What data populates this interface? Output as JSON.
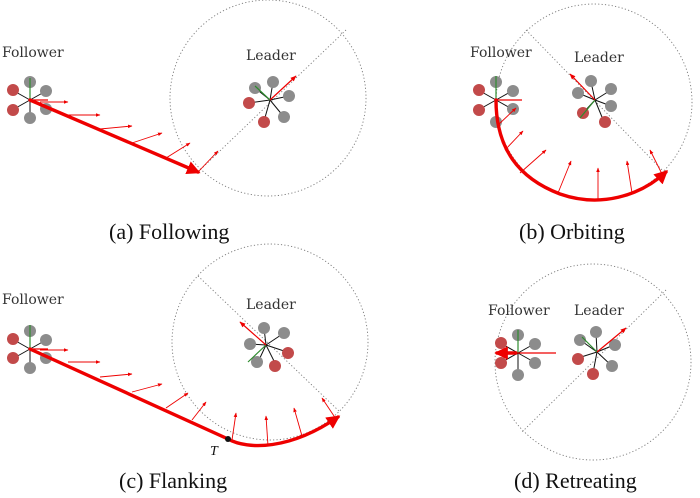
{
  "panels": [
    {
      "id": "a",
      "caption": "(a) Following",
      "follower_label": "Follower",
      "leader_label": "Leader"
    },
    {
      "id": "b",
      "caption": "(b) Orbiting",
      "follower_label": "Follower",
      "leader_label": "Leader"
    },
    {
      "id": "c",
      "caption": "(c) Flanking",
      "follower_label": "Follower",
      "leader_label": "Leader",
      "point_label": "T"
    },
    {
      "id": "d",
      "caption": "(d) Retreating",
      "follower_label": "Follower",
      "leader_label": "Leader"
    }
  ],
  "colors": {
    "path": "#ee0000",
    "red_rotor": "#c24a4a",
    "grey_rotor": "#8c8c8c",
    "green_axis": "#2e8b2e"
  }
}
